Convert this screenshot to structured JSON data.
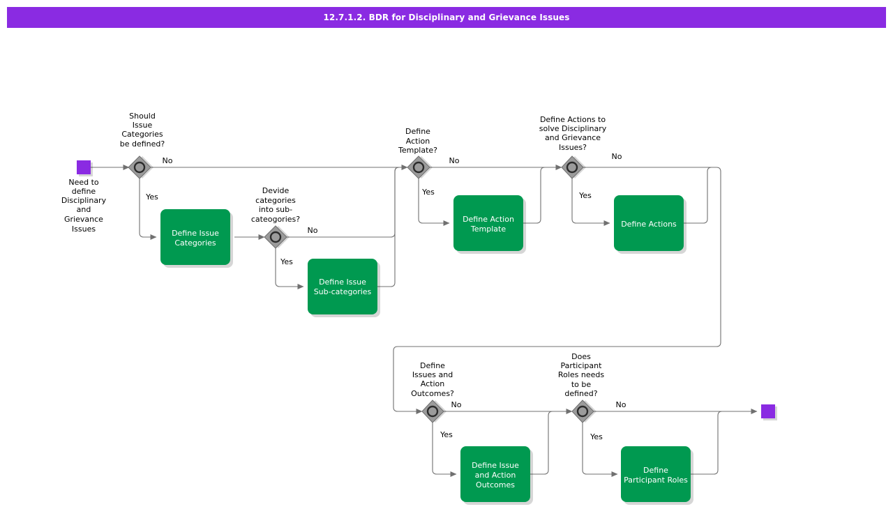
{
  "titlebar": {
    "title": "12.7.1.2. BDR for Disciplinary and Grievance Issues",
    "bg_color": "#8a2be2",
    "text_color": "#ffffff"
  },
  "palette": {
    "task_green": "#009950",
    "gateway_gray": "#9b9b9b",
    "terminator_purple": "#8a2be2",
    "connector_gray": "#707070",
    "canvas_white": "#ffffff"
  },
  "diagram": {
    "type": "flowchart",
    "start_event": {
      "name": "start-event",
      "label_lines": [
        "Need to",
        "define",
        "Disciplinary",
        "and",
        "Grievance",
        "Issues"
      ]
    },
    "end_event": {
      "name": "end-event",
      "label_lines": []
    },
    "gateways": [
      {
        "id": "gw1",
        "label_lines": [
          "Should",
          "Issue",
          "Categories",
          "be defined?"
        ],
        "yes_label": "Yes",
        "no_label": "No"
      },
      {
        "id": "gw2",
        "label_lines": [
          "Devide",
          "categories",
          "into sub-",
          "cateogories?"
        ],
        "yes_label": "Yes",
        "no_label": "No"
      },
      {
        "id": "gw3",
        "label_lines": [
          "Define",
          "Action",
          "Template?"
        ],
        "yes_label": "Yes",
        "no_label": "No"
      },
      {
        "id": "gw4",
        "label_lines": [
          "Define Actions to",
          "solve Disciplinary",
          "and Grievance",
          "Issues?"
        ],
        "yes_label": "Yes",
        "no_label": "No"
      },
      {
        "id": "gw5",
        "label_lines": [
          "Define",
          "Issues and",
          "Action",
          "Outcomes?"
        ],
        "yes_label": "Yes",
        "no_label": "No"
      },
      {
        "id": "gw6",
        "label_lines": [
          "Does",
          "Participant",
          "Roles needs",
          "to be",
          "defined?"
        ],
        "yes_label": "Yes",
        "no_label": "No"
      }
    ],
    "tasks": [
      {
        "id": "t1",
        "label_lines": [
          "Define Issue",
          "Categories"
        ]
      },
      {
        "id": "t2",
        "label_lines": [
          "Define Issue",
          "Sub-categories"
        ]
      },
      {
        "id": "t3",
        "label_lines": [
          "Define Action",
          "Template"
        ]
      },
      {
        "id": "t4",
        "label_lines": [
          "Define Actions"
        ]
      },
      {
        "id": "t5",
        "label_lines": [
          "Define Issue",
          "and Action",
          "Outcomes"
        ]
      },
      {
        "id": "t6",
        "label_lines": [
          "Define",
          "Participant Roles"
        ]
      }
    ]
  }
}
